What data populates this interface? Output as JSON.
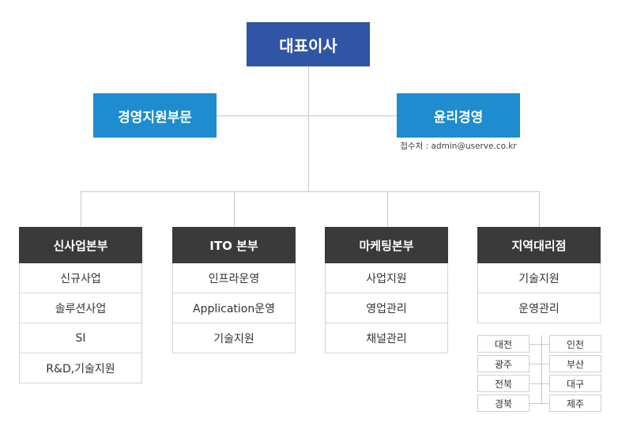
{
  "ceo": "대표이사",
  "management_support": "경영지원부문",
  "ethics": {
    "label": "윤리경영",
    "contact": "접수처 : admin@userve.co.kr"
  },
  "divisions": [
    {
      "name": "신사업본부",
      "items": [
        "신규사업",
        "솔루션사업",
        "SI",
        "R&D,기술지원"
      ]
    },
    {
      "name": "ITO 본부",
      "items": [
        "인프라운영",
        "Application운영",
        "기술지원"
      ]
    },
    {
      "name": "마케팅본부",
      "items": [
        "사업지원",
        "영업관리",
        "채널관리"
      ]
    },
    {
      "name": "지역대리점",
      "items": [
        "기술지원",
        "운영관리"
      ]
    }
  ],
  "regions": {
    "left": [
      "대전",
      "광주",
      "전북",
      "경북"
    ],
    "right": [
      "인천",
      "부산",
      "대구",
      "제주"
    ]
  }
}
